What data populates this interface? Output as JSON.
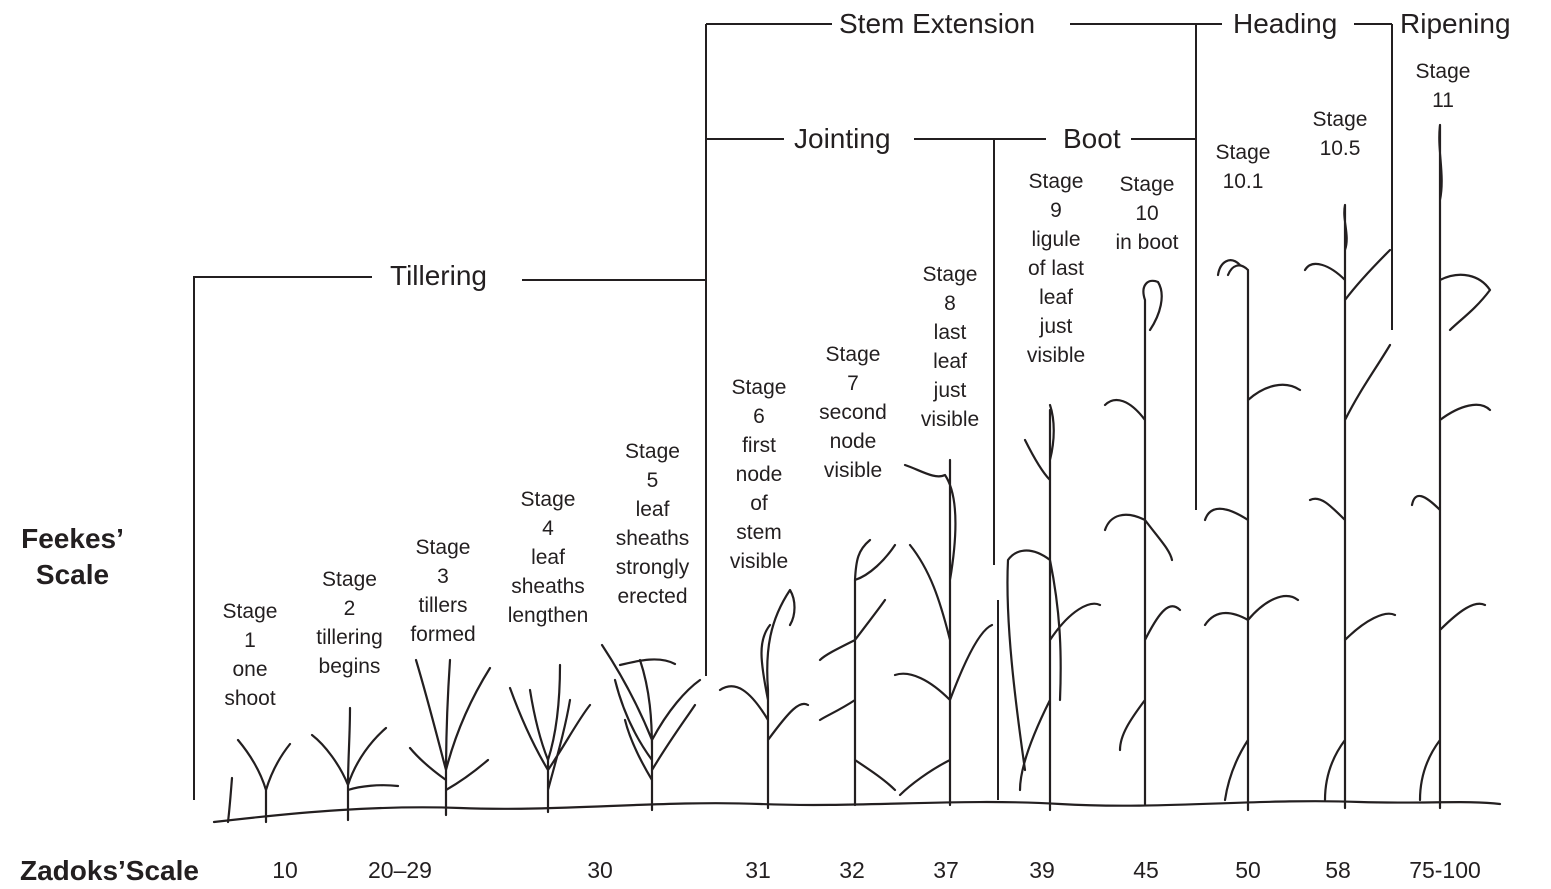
{
  "phases": {
    "tillering": "Tillering",
    "stem_extension": "Stem Extension",
    "jointing": "Jointing",
    "boot": "Boot",
    "heading": "Heading",
    "ripening": "Ripening"
  },
  "scales": {
    "feekes": "Feekes’\nScale",
    "zadoks": "Zadoks’Scale"
  },
  "stages": [
    {
      "label": "Stage\n1\none\nshoot"
    },
    {
      "label": "Stage\n2\ntillering\nbegins"
    },
    {
      "label": "Stage\n3\ntillers\nformed"
    },
    {
      "label": "Stage\n4\nleaf\nsheaths\nlengthen"
    },
    {
      "label": "Stage\n5\nleaf\nsheaths\nstrongly\nerected"
    },
    {
      "label": "Stage\n6\nfirst\nnode\nof\nstem\nvisible"
    },
    {
      "label": "Stage\n7\nsecond\nnode\nvisible"
    },
    {
      "label": "Stage\n8\nlast\nleaf\njust\nvisible"
    },
    {
      "label": "Stage\n9\nligule\nof last\nleaf\njust\nvisible"
    },
    {
      "label": "Stage\n10\nin boot"
    },
    {
      "label": "Stage\n10.1"
    },
    {
      "label": "Stage\n10.5"
    },
    {
      "label": "Stage\n11"
    }
  ],
  "zadoks_values": [
    "10",
    "20–29",
    "30",
    "31",
    "32",
    "37",
    "39",
    "45",
    "50",
    "58",
    "75-100"
  ]
}
